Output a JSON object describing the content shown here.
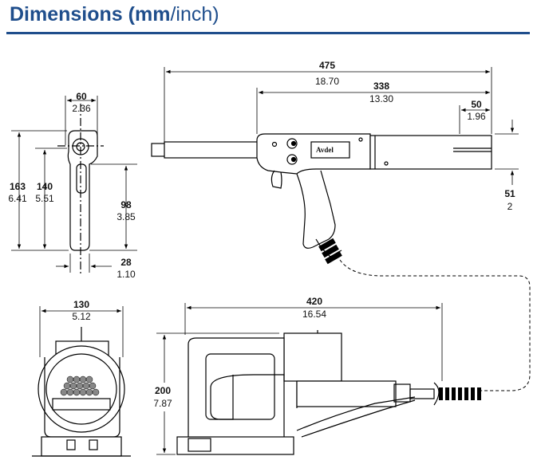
{
  "title": {
    "bold": "Dimensions",
    "bold2": "(mm",
    "light": "/inch)"
  },
  "colors": {
    "accent": "#1f4e8c"
  },
  "brand_label": "Avdel",
  "dimensions": {
    "d60": {
      "mm": "60",
      "inch": "2.36"
    },
    "d163": {
      "mm": "163",
      "inch": "6.41"
    },
    "d140": {
      "mm": "140",
      "inch": "5.51"
    },
    "d98": {
      "mm": "98",
      "inch": "3.85"
    },
    "d28": {
      "mm": "28",
      "inch": "1.10"
    },
    "d475": {
      "mm": "475",
      "inch": "18.70"
    },
    "d338": {
      "mm": "338",
      "inch": "13.30"
    },
    "d50": {
      "mm": "50",
      "inch": "1.96"
    },
    "d51": {
      "mm": "51",
      "inch": "2"
    },
    "d130": {
      "mm": "130",
      "inch": "5.12"
    },
    "d420": {
      "mm": "420",
      "inch": "16.54"
    },
    "d200": {
      "mm": "200",
      "inch": "7.87"
    }
  }
}
